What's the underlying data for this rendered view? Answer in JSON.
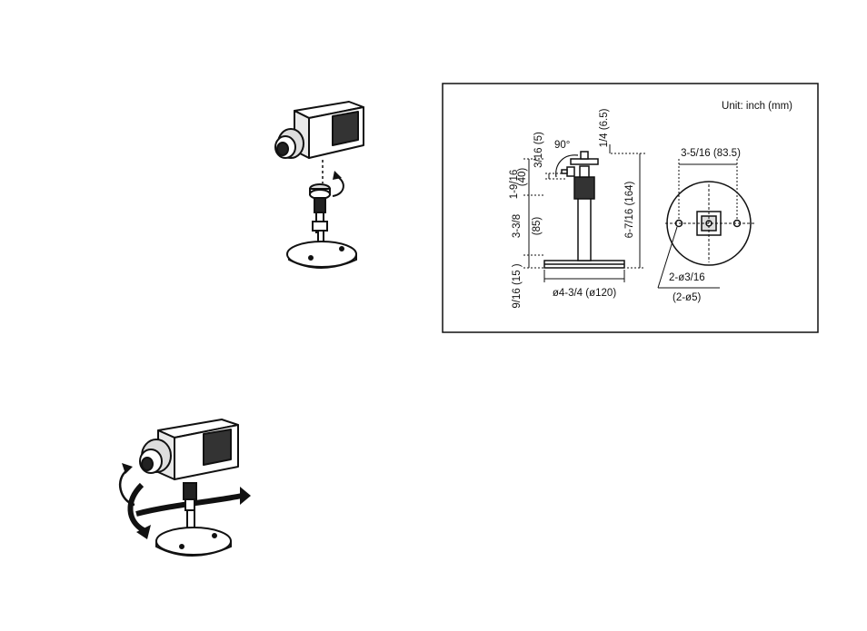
{
  "dimension_diagram": {
    "unit_label": "Unit: inch (mm)",
    "angle_label": "90°",
    "dims": {
      "top_width": "3-5/16 (83.5)",
      "head_height": "1/4 (6.5)",
      "mount_offset": "3/16 (5)",
      "upper_height": "1-9/16",
      "upper_height_mm": "(40)",
      "mid_height": "3-3/8",
      "mid_height_mm": "(85)",
      "base_height": "9/16 (15 )",
      "total_height": "6-7/16 (164)",
      "base_diameter": "ø4-3/4 (ø120)",
      "hole_spec": "2-ø3/16",
      "hole_spec_mm": "(2-ø5)"
    }
  },
  "illustrations": {
    "mount_step": "camera-mounting-on-stand",
    "adjust_step": "camera-direction-adjustment"
  }
}
